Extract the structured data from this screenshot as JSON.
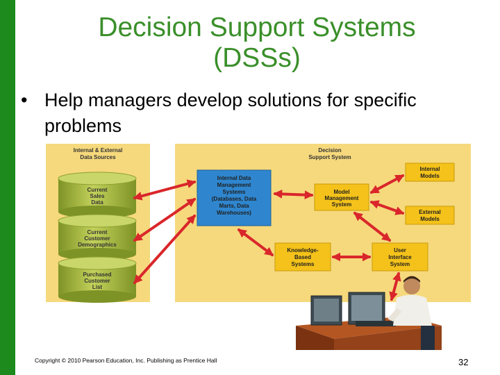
{
  "slide": {
    "title_line1": "Decision Support Systems",
    "title_line2": "(DSSs)",
    "bullet": "Help managers develop solutions for specific problems",
    "copyright": "Copyright © 2010 Pearson Education, Inc. Publishing as Prentice Hall",
    "page_number": "32"
  },
  "diagram": {
    "sources_panel_title": [
      "Internal & External",
      "Data Sources"
    ],
    "dss_panel_title": [
      "Decision",
      "Support System"
    ],
    "cylinders": [
      [
        "Current",
        "Sales",
        "Data"
      ],
      [
        "Current",
        "Customer",
        "Demographics"
      ],
      [
        "Purchased",
        "Customer",
        "List"
      ]
    ],
    "data_mgmt_box": [
      "Internal Data",
      "Management",
      "Systems",
      "(Databases, Data",
      "Marts, Data",
      "Warehouses)"
    ],
    "model_mgmt_box": [
      "Model",
      "Management",
      "System"
    ],
    "internal_models_box": [
      "Internal",
      "Models"
    ],
    "external_models_box": [
      "External",
      "Models"
    ],
    "knowledge_box": [
      "Knowledge-",
      "Based",
      "Systems"
    ],
    "ui_box": [
      "User",
      "Interface",
      "System"
    ]
  },
  "colors": {
    "accent_green": "#3a8f2a",
    "panel_yellow": "#f6d97c",
    "box_yellow": "#f4c21a",
    "box_blue": "#2f86cf",
    "arrow_red": "#d9262b",
    "cylinder_green": "#a9bd3b"
  }
}
